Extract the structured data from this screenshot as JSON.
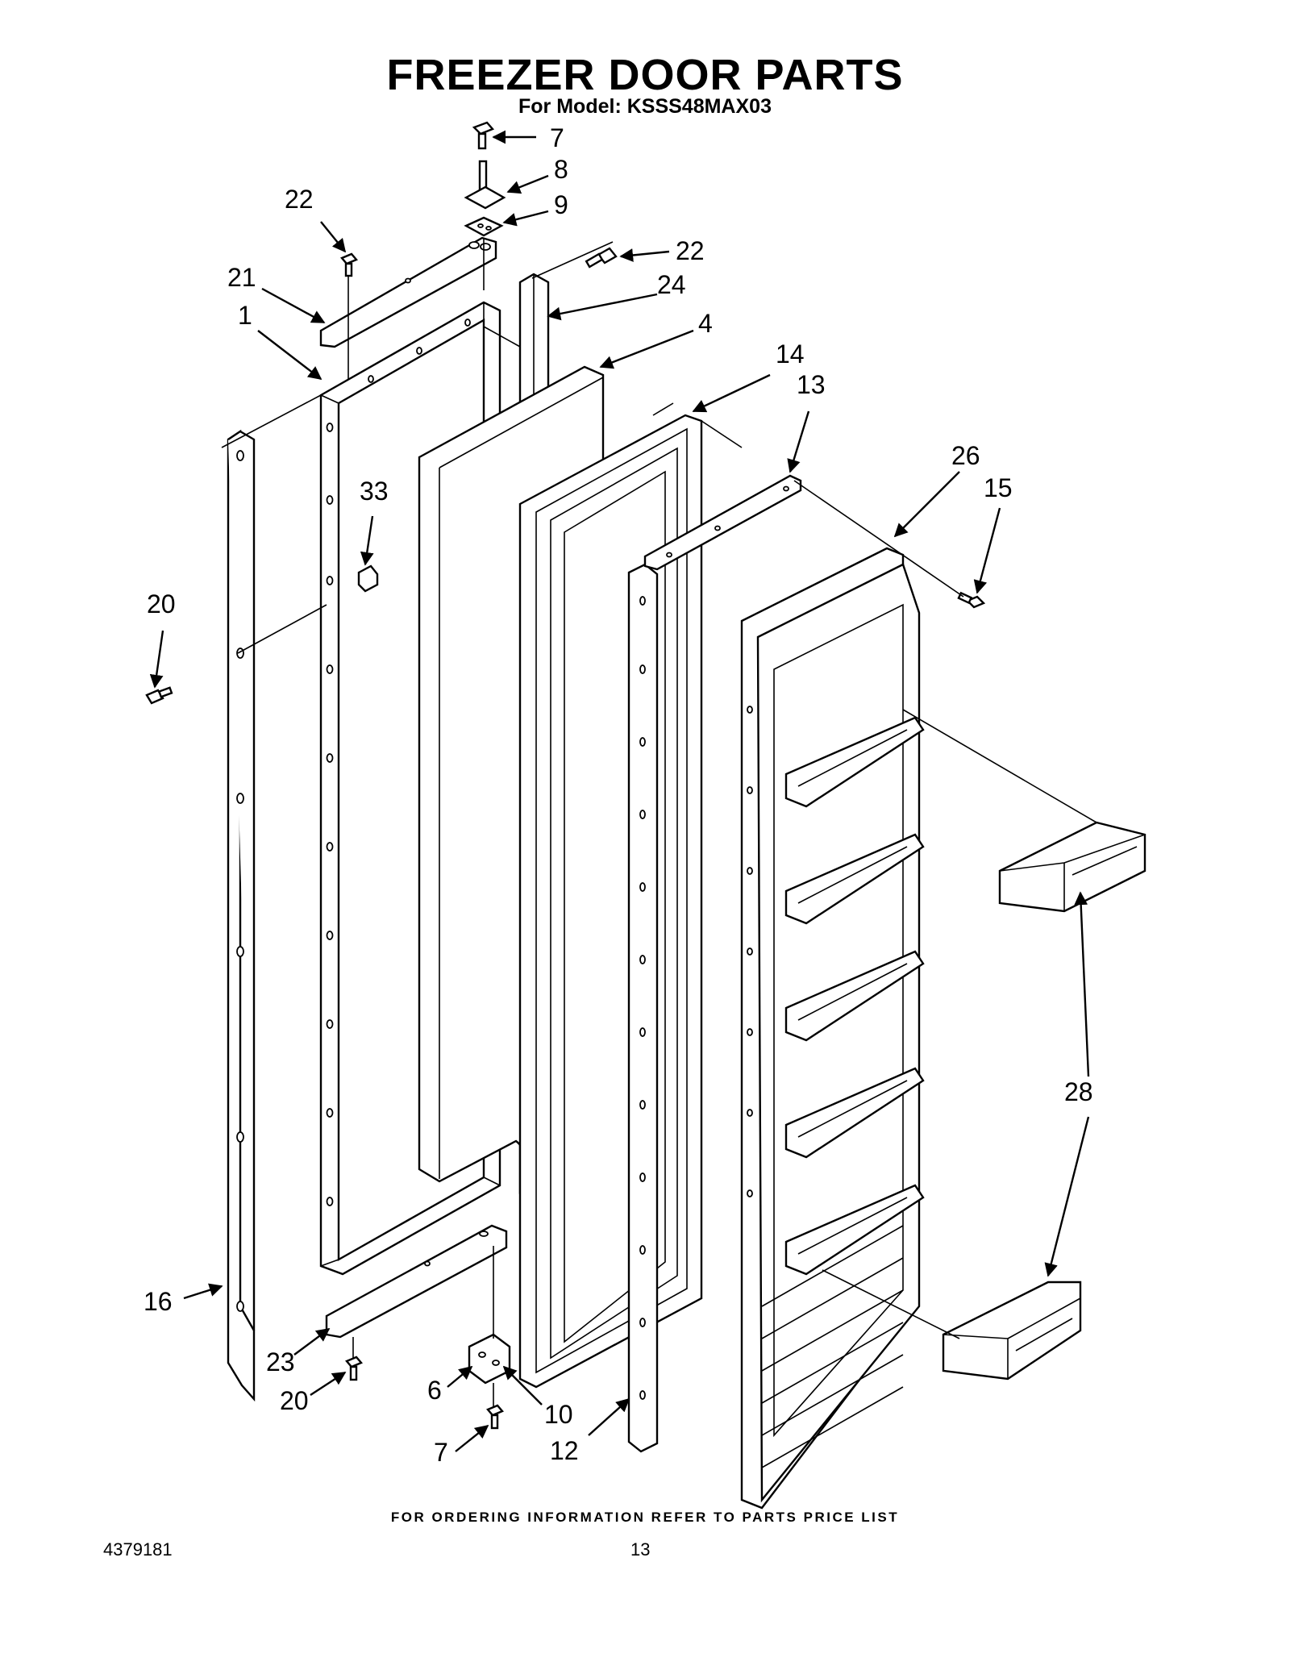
{
  "header": {
    "title": "FREEZER DOOR PARTS",
    "subtitle": "For Model: KSSS48MAX03"
  },
  "callouts": [
    {
      "id": "c7a",
      "label": "7"
    },
    {
      "id": "c8",
      "label": "8"
    },
    {
      "id": "c9",
      "label": "9"
    },
    {
      "id": "c22a",
      "label": "22"
    },
    {
      "id": "c22b",
      "label": "22"
    },
    {
      "id": "c24",
      "label": "24"
    },
    {
      "id": "c21",
      "label": "21"
    },
    {
      "id": "c1",
      "label": "1"
    },
    {
      "id": "c4",
      "label": "4"
    },
    {
      "id": "c14",
      "label": "14"
    },
    {
      "id": "c13",
      "label": "13"
    },
    {
      "id": "c26",
      "label": "26"
    },
    {
      "id": "c15",
      "label": "15"
    },
    {
      "id": "c33",
      "label": "33"
    },
    {
      "id": "c20a",
      "label": "20"
    },
    {
      "id": "c28",
      "label": "28"
    },
    {
      "id": "c16",
      "label": "16"
    },
    {
      "id": "c23",
      "label": "23"
    },
    {
      "id": "c20b",
      "label": "20"
    },
    {
      "id": "c6",
      "label": "6"
    },
    {
      "id": "c10",
      "label": "10"
    },
    {
      "id": "c12",
      "label": "12"
    },
    {
      "id": "c7b",
      "label": "7"
    }
  ],
  "footer": {
    "note": "FOR ORDERING INFORMATION REFER TO PARTS PRICE LIST",
    "doc_number": "4379181",
    "page_number": "13"
  }
}
